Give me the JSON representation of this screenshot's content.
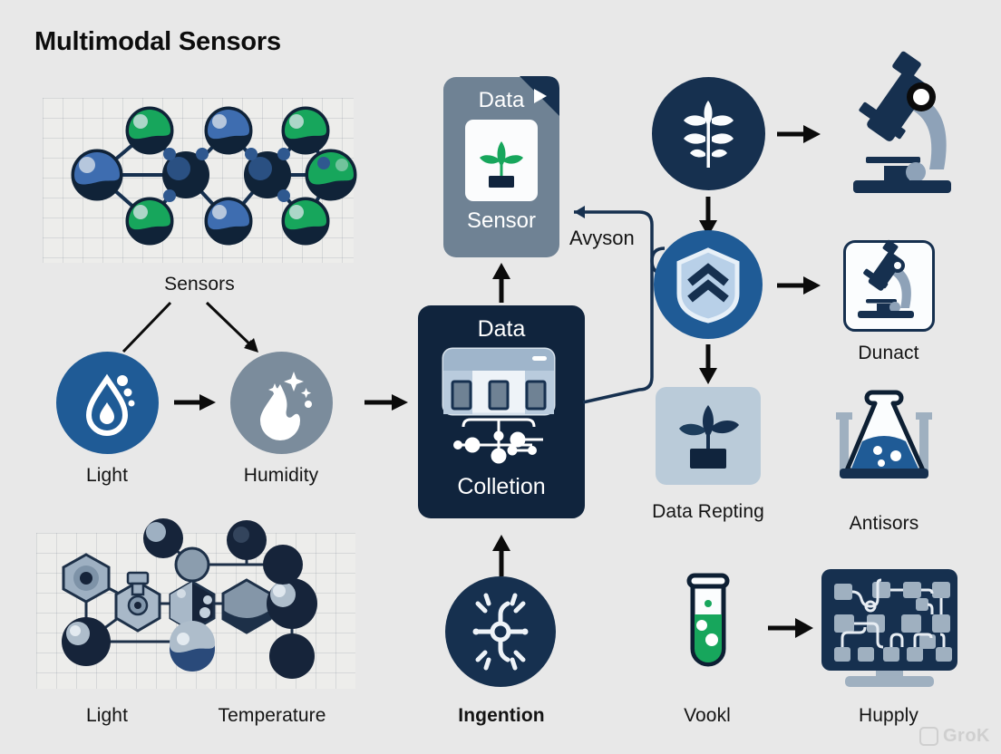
{
  "page": {
    "title": "Multimodal Sensors",
    "background_color": "#e8e8e8",
    "watermark": "GroK"
  },
  "colors": {
    "navy": "#16304f",
    "deep_navy": "#102338",
    "blue": "#1f5b96",
    "steel": "#7b8c9c",
    "slate": "#6f8294",
    "light_steel": "#b9c8d6",
    "green": "#17a65c",
    "pale": "#f3f6f9",
    "arrow": "#0b0b0b"
  },
  "top_network": {
    "label": "Sensors",
    "node_colors": [
      "#17a65c",
      "#3e6db0",
      "#17a65c",
      "#3e6db0",
      "#17a65c",
      "#3e6db0"
    ]
  },
  "bottom_network": {
    "labels": [
      "Light",
      "Temperature"
    ]
  },
  "sensor_row": {
    "items": [
      {
        "label": "Light",
        "icon": "water-drop-icon",
        "circle_color": "#1f5b96"
      },
      {
        "label": "Humidity",
        "icon": "humidity-drop-icon",
        "circle_color": "#7b8c9c"
      }
    ]
  },
  "center": {
    "sensor_card": {
      "title": "Data",
      "caption": "Sensor",
      "icon": "plant-document-icon",
      "fill": "#6f8294"
    },
    "collection_card": {
      "title": "Data",
      "caption": "Colletion",
      "icon": "server-rack-icon",
      "fill": "#10243d"
    },
    "ingestion": {
      "label": "Ingention",
      "icon": "network-hub-icon",
      "circle_color": "#16304f"
    },
    "feedback_label": "Avyson"
  },
  "right_column": {
    "nodes": [
      {
        "label": "",
        "icon": "plant-leaves-icon",
        "circle_color": "#16304f"
      },
      {
        "label": "",
        "icon": "shield-chevron-icon",
        "circle_color": "#1f5b96"
      },
      {
        "label": "Data Repting",
        "icon": "plant-pot-icon",
        "tile_color": "#bacbd9"
      }
    ],
    "targets": [
      {
        "label": "",
        "icon": "microscope-icon"
      },
      {
        "label": "Dunact",
        "icon": "microscope-framed-icon"
      },
      {
        "label": "Antisors",
        "icon": "flask-icon"
      }
    ]
  },
  "bottom_right": {
    "source": {
      "label": "Vookl",
      "icon": "test-tube-icon"
    },
    "target": {
      "label": "Hupply",
      "icon": "circuit-monitor-icon"
    }
  }
}
